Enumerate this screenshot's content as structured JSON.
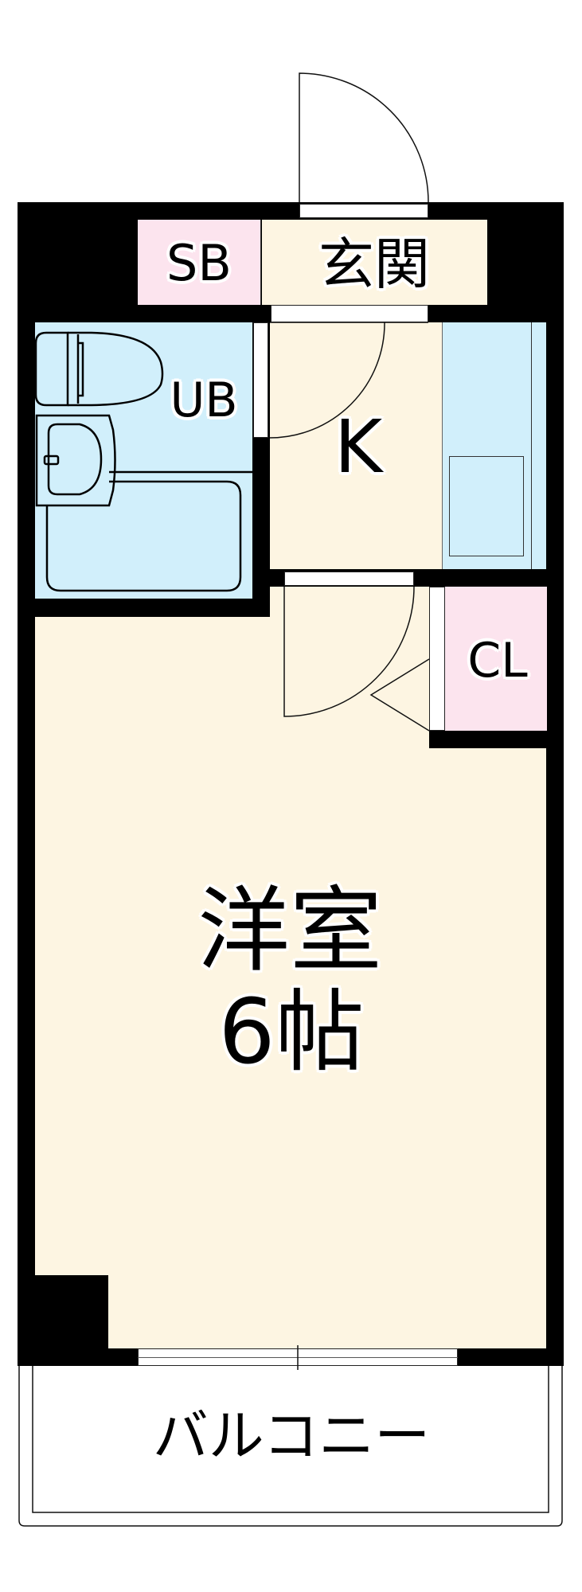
{
  "floorplan": {
    "layout_type": "1K",
    "colors": {
      "wall": "#000000",
      "floor_cream": "#fdf5e2",
      "storage_pink": "#fce4ee",
      "wet_area_blue": "#d1effb",
      "opening": "#ffffff"
    },
    "rooms": {
      "shoebox": {
        "label": "SB"
      },
      "entrance": {
        "label": "玄関"
      },
      "unit_bath": {
        "label": "UB"
      },
      "kitchen": {
        "label": "K"
      },
      "closet": {
        "label": "CL"
      },
      "western_room": {
        "label": "洋室",
        "size_label": "6帖"
      },
      "balcony": {
        "label": "バルコニー"
      }
    },
    "fixtures": [
      "toilet",
      "washbasin",
      "bathtub",
      "kitchen-counter",
      "stove",
      "entrance-door",
      "bath-door",
      "room-door",
      "closet-folding-door",
      "balcony-window"
    ]
  }
}
